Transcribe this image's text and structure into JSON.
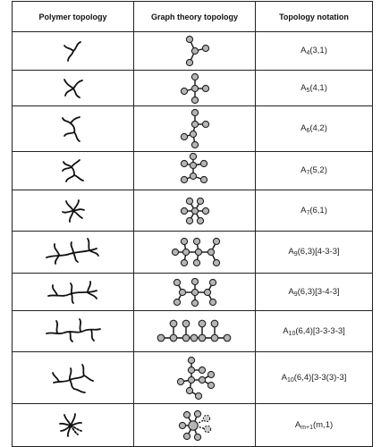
{
  "table": {
    "headers": {
      "polymer": "Polymer topology",
      "graph": "Graph theory topology",
      "notation": "Topology notation"
    },
    "rows": [
      {
        "letter": "A",
        "subscript": "4",
        "suffix": "(3,1)"
      },
      {
        "letter": "A",
        "subscript": "5",
        "suffix": "(4,1)"
      },
      {
        "letter": "A",
        "subscript": "6",
        "suffix": "(4,2)"
      },
      {
        "letter": "A",
        "subscript": "7",
        "suffix": "(5,2)"
      },
      {
        "letter": "A",
        "subscript": "7",
        "suffix": "(6,1)"
      },
      {
        "letter": "A",
        "subscript": "9",
        "suffix": "(6,3)[4-3-3]"
      },
      {
        "letter": "A",
        "subscript": "9",
        "suffix": "(6,3)[3-4-3]"
      },
      {
        "letter": "A",
        "subscript": "10",
        "suffix": "(6,4)[3-3-3-3]"
      },
      {
        "letter": "A",
        "subscript": "10",
        "suffix": "(6,4)[3-3(3)-3]"
      },
      {
        "letter": "A",
        "subscript": "m+1",
        "suffix": "(m,1)"
      }
    ]
  },
  "colors": {
    "line": "#111111",
    "node_fill": "#b5b5b5",
    "border": "#222222"
  }
}
